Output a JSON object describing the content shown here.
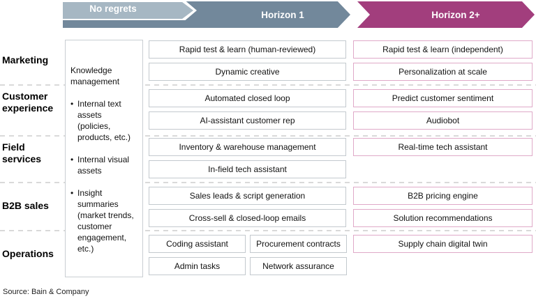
{
  "header": {
    "no_regrets_label": "No regrets",
    "horizon1_label": "Horizon 1",
    "horizon2_label": "Horizon 2+"
  },
  "colors": {
    "no_regrets_band": "#a6b7c3",
    "horizon1_band": "#72889b",
    "horizon2_band": "#a23e7d",
    "horizon1_box_border": "#c3c9ce",
    "horizon2_box_border": "#dfa9c8"
  },
  "knowledge_box": {
    "title": "Knowledge management",
    "bullets": [
      "Internal text assets (policies, products, etc.)",
      "Internal visual assets",
      "Insight summaries (market trends, customer engagement, etc.)"
    ]
  },
  "rows": [
    {
      "label": "Marketing",
      "horizon1": [
        "Rapid test & learn (human-reviewed)",
        "Dynamic creative"
      ],
      "horizon2": [
        "Rapid test & learn (independent)",
        "Personalization at scale"
      ]
    },
    {
      "label": "Customer experience",
      "horizon1": [
        "Automated closed loop",
        "AI-assistant customer rep"
      ],
      "horizon2": [
        "Predict customer sentiment",
        "Audiobot"
      ]
    },
    {
      "label": "Field services",
      "horizon1": [
        "Inventory & warehouse management",
        "In-field tech assistant"
      ],
      "horizon2": [
        "Real-time tech assistant"
      ]
    },
    {
      "label": "B2B sales",
      "horizon1": [
        "Sales leads & script generation",
        "Cross-sell & closed-loop emails"
      ],
      "horizon2": [
        "B2B pricing engine",
        "Solution recommendations"
      ]
    },
    {
      "label": "Operations",
      "horizon1_grid": [
        [
          "Coding assistant",
          "Procurement contracts"
        ],
        [
          "Admin tasks",
          "Network assurance"
        ]
      ],
      "horizon2": [
        "Supply chain digital twin"
      ]
    }
  ],
  "source": "Source: Bain & Company"
}
